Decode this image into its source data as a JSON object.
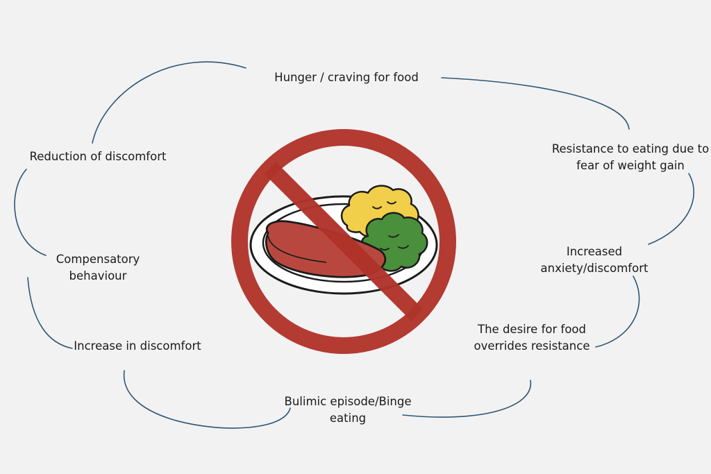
{
  "diagram": {
    "colors": {
      "background": "#f2f2f2",
      "connector": "#2f5573",
      "prohibition": "#b0332a",
      "plate": "#ffffff",
      "meat": "#b8483f",
      "potato": "#f2cf4a",
      "broccoli": "#4a8f3b",
      "outline": "#1b1b1b"
    },
    "icons": [
      "no-food-sign-icon",
      "plate-icon",
      "steak-icon",
      "mashed-potato-icon",
      "broccoli-icon"
    ],
    "nodes": {
      "hunger": {
        "lines": [
          "Hunger / craving for food"
        ]
      },
      "resistance": {
        "lines": [
          "Resistance to eating due to",
          "fear of weight gain"
        ]
      },
      "anxiety": {
        "lines": [
          "Increased",
          "anxiety/discomfort"
        ]
      },
      "desire": {
        "lines": [
          "The desire for food",
          "overrides resistance"
        ]
      },
      "binge": {
        "lines": [
          "Bulimic episode/Binge",
          "eating"
        ]
      },
      "increase": {
        "lines": [
          "Increase in discomfort"
        ]
      },
      "compensatory": {
        "lines": [
          "Compensatory",
          "behaviour"
        ]
      },
      "reduction": {
        "lines": [
          "Reduction of discomfort"
        ]
      }
    }
  }
}
